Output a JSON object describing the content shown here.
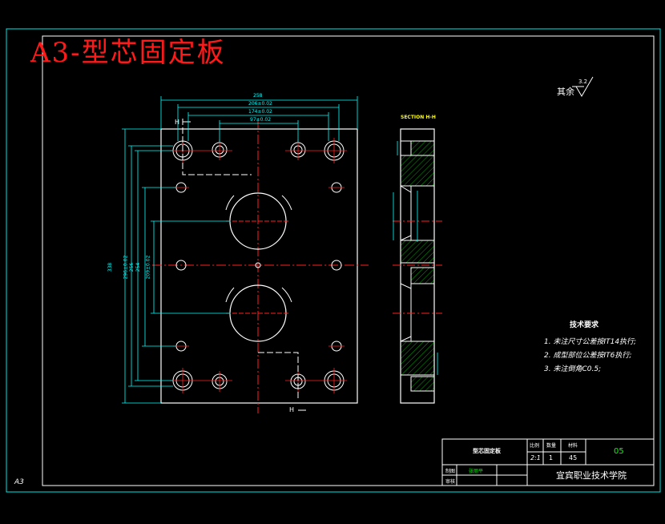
{
  "title_overlay": "A3-型芯固定板",
  "sheet_size": "A3",
  "roughness_note": {
    "label": "其余",
    "value": "3.2"
  },
  "section_label": "SECTION H-H",
  "section_markers": {
    "top": "H",
    "bottom": "H"
  },
  "dimensions": {
    "width_overall": "258",
    "width_1": "206±0.02",
    "width_2": "174±0.02",
    "width_3": "97±0.02",
    "height_overall": "338",
    "height_1": "296±0.02",
    "height_2": "256",
    "height_3": "254",
    "height_4": "209±0.02"
  },
  "tech_requirements": {
    "heading": "技术要求",
    "items": [
      "1. 未注尺寸公差按IT14执行;",
      "2. 成型部位公差按IT6执行;",
      "3. 未注倒角C0.5;"
    ]
  },
  "title_block": {
    "part_name": "型芯固定板",
    "col_scale": "比例",
    "col_qty": "数量",
    "col_material": "材料",
    "scale": "2:1",
    "qty": "1",
    "material": "45",
    "drawing_no": "05",
    "row_draw": "制图",
    "drawer": "张丽平",
    "row_review": "审核",
    "school": "宜宾职业技术学院"
  },
  "colors": {
    "border": "#00e5e5",
    "outline": "#ffffff",
    "dimension": "#00ffff",
    "centerline": "#ff2020",
    "hatch": "#00a000",
    "title": "#ff1a1a"
  }
}
